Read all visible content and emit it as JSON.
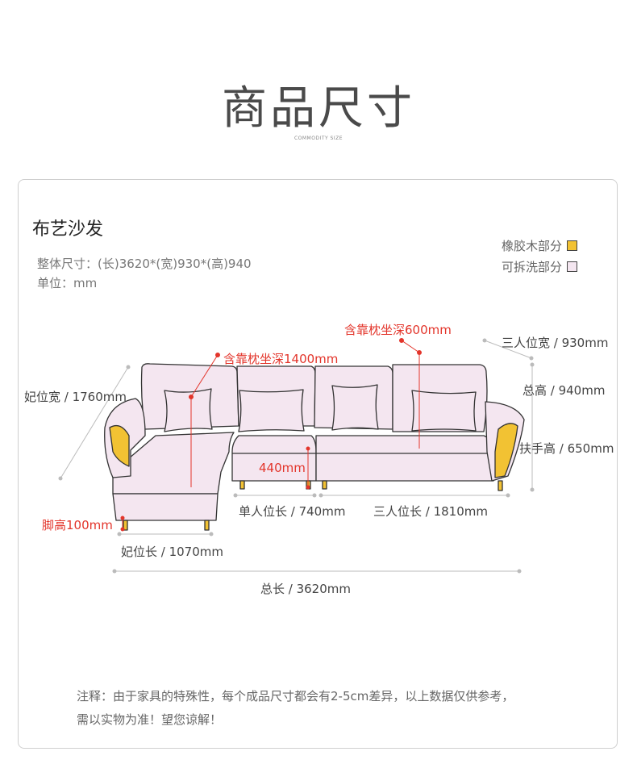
{
  "header": {
    "title": "商品尺寸",
    "subtitle": "COMMODITY SIZE"
  },
  "product": {
    "name": "布艺沙发",
    "overall_size": "整体尺寸：(长)3620*(宽)930*(高)940",
    "unit": "单位：mm"
  },
  "legend": {
    "items": [
      {
        "label": "橡胶木部分",
        "color": "#f2c233"
      },
      {
        "label": "可拆洗部分",
        "color": "#f4e6f0"
      }
    ]
  },
  "dimensions": {
    "chaise_width": "妃位宽 / 1760mm",
    "cushion_depth_chaise": "含靠枕坐深1400mm",
    "cushion_depth_main": "含靠枕坐深600mm",
    "three_seat_width": "三人位宽 / 930mm",
    "total_height": "总高 / 940mm",
    "armrest_height": "扶手高 / 650mm",
    "seat_height": "440mm",
    "leg_height": "脚高100mm",
    "single_seat_length": "单人位长 / 740mm",
    "three_seat_length": "三人位长 / 1810mm",
    "chaise_length": "妃位长 / 1070mm",
    "total_length": "总长 / 3620mm"
  },
  "notes": {
    "line1": "注释：由于家具的特殊性，每个成品尺寸都会有2-5cm差异，以上数据仅供参考，",
    "line2": "需以实物为准！望您谅解！"
  },
  "colors": {
    "fabric": "#f4e6f0",
    "wood": "#f2c233",
    "dimension_red": "#e3352b",
    "dimension_gray": "#bbbbbb"
  }
}
